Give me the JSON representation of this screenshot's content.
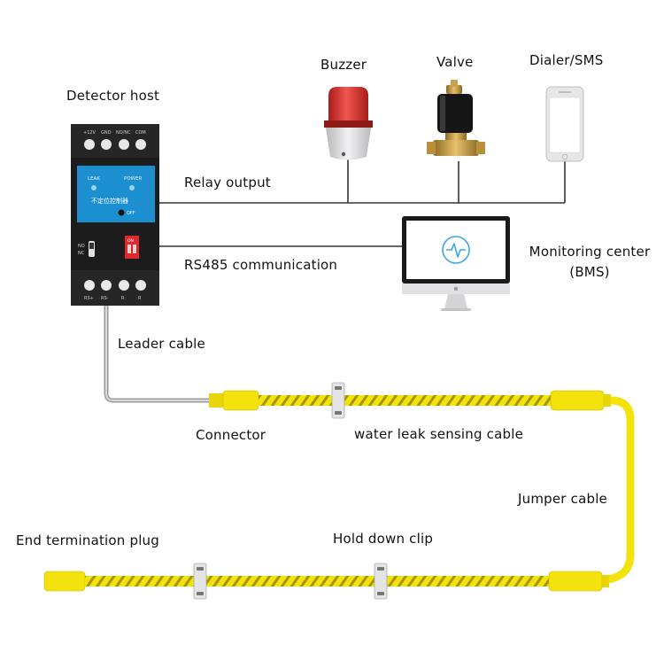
{
  "labels": {
    "detector_host": "Detector host",
    "buzzer": "Buzzer",
    "valve": "Valve",
    "dialer": "Dialer/SMS",
    "relay_output": "Relay output",
    "rs485": "RS485 communication",
    "monitoring_center_line1": "Monitoring center",
    "monitoring_center_line2": "(BMS)",
    "leader_cable": "Leader cable",
    "connector": "Connector",
    "sensing_cable": "water leak sensing cable",
    "jumper_cable": "Jumper cable",
    "end_plug": "End termination plug",
    "hold_down_clip": "Hold down clip"
  },
  "device": {
    "top_terminals": [
      "+12V",
      "GND",
      "NO/NC",
      "COM"
    ],
    "bottom_terminals": [
      "RS+",
      "RS-",
      "R",
      "R"
    ],
    "leak_label": "LEAK",
    "power_label": "POWER",
    "chinese_label": "不定位控制器",
    "off_label": "OFF",
    "switch_labels": [
      "NO",
      "NC"
    ],
    "dip_label": "ON"
  },
  "colors": {
    "cable_yellow": "#f4e20c",
    "cable_dark": "#b9a800",
    "wire": "#333333",
    "device_body": "#1c1c1c",
    "panel_blue": "#1b8fd0",
    "buzzer_red": "#d8302c",
    "valve_brass": "#c59a3c",
    "dip_red": "#e0292b"
  }
}
